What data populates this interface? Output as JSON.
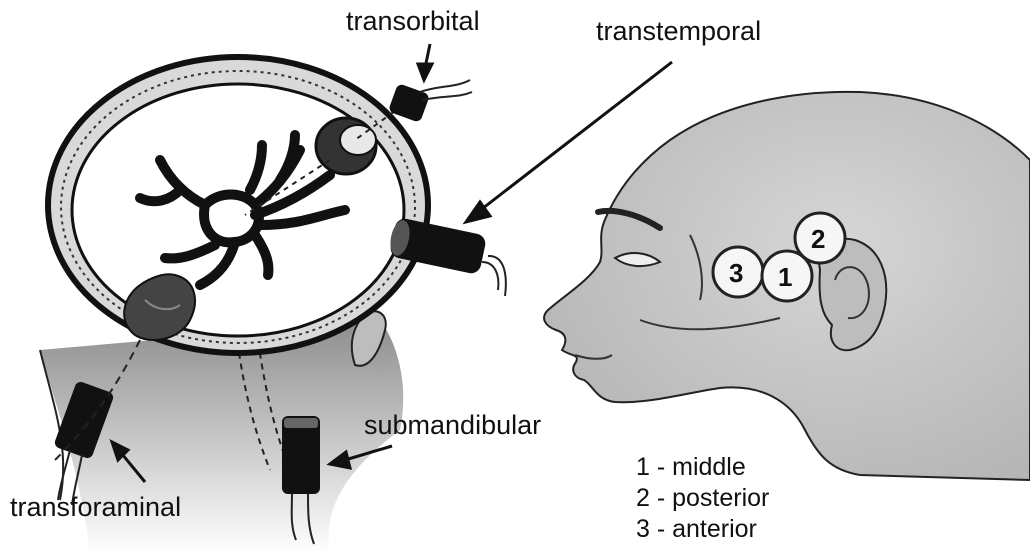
{
  "labels": {
    "transorbital": "transorbital",
    "transtemporal": "transtemporal",
    "submandibular": "submandibular",
    "transforaminal": "transforaminal"
  },
  "windows": [
    {
      "number": "1",
      "name": "middle"
    },
    {
      "number": "2",
      "name": "posterior"
    },
    {
      "number": "3",
      "name": "anterior"
    }
  ],
  "legend": [
    "1 - middle",
    "2 - posterior",
    "3 - anterior"
  ],
  "colors": {
    "ink": "#111111",
    "skin": "#c9c9c9",
    "shade": "#9a9a9a",
    "paper": "#ffffff"
  }
}
